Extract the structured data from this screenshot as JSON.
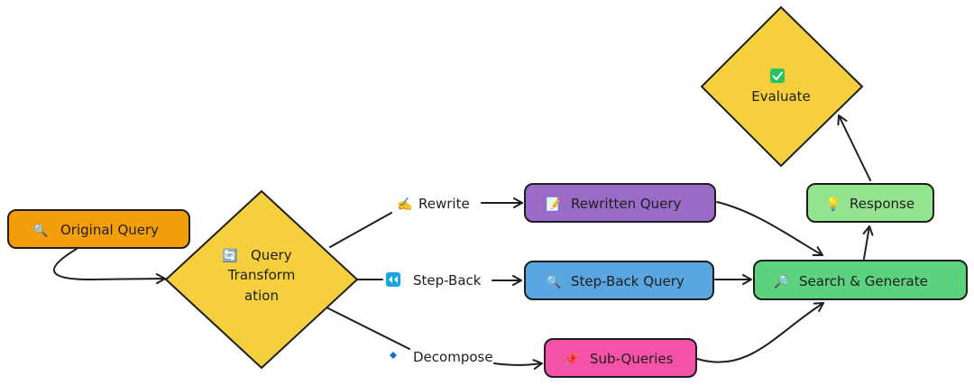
{
  "colors": {
    "stroke": "#1e1e1e",
    "orange": "#f59e0b",
    "yellow": "#f5cf3e",
    "purple": "#9b6cc7",
    "blue": "#5aa6e0",
    "pink": "#f552a8",
    "green": "#5cd17e",
    "light_green": "#94e38f"
  },
  "nodes": {
    "original_query": {
      "icon": "magnifier-icon",
      "label": "Original Query"
    },
    "query_transformation": {
      "icon": "cycle-icon",
      "lines": [
        "Query",
        "Transform",
        "ation"
      ]
    },
    "rewritten_query": {
      "icon": "memo-icon",
      "label": "Rewritten Query"
    },
    "step_back_query": {
      "icon": "magnifier-icon",
      "label": "Step-Back Query"
    },
    "sub_queries": {
      "icon": "pushpin-icon",
      "label": "Sub-Queries"
    },
    "search_generate": {
      "icon": "magnifier-right-icon",
      "label": "Search & Generate"
    },
    "response": {
      "icon": "light-bulb-icon",
      "label": "Response"
    },
    "evaluate": {
      "icon": "check-icon",
      "label": "Evaluate"
    }
  },
  "edge_labels": {
    "rewrite": {
      "icon": "writing-hand-icon",
      "label": "Rewrite"
    },
    "step_back": {
      "icon": "rewind-icon",
      "label": "Step-Back"
    },
    "decompose": {
      "icon": "diamond-icon",
      "label": "Decompose"
    }
  }
}
